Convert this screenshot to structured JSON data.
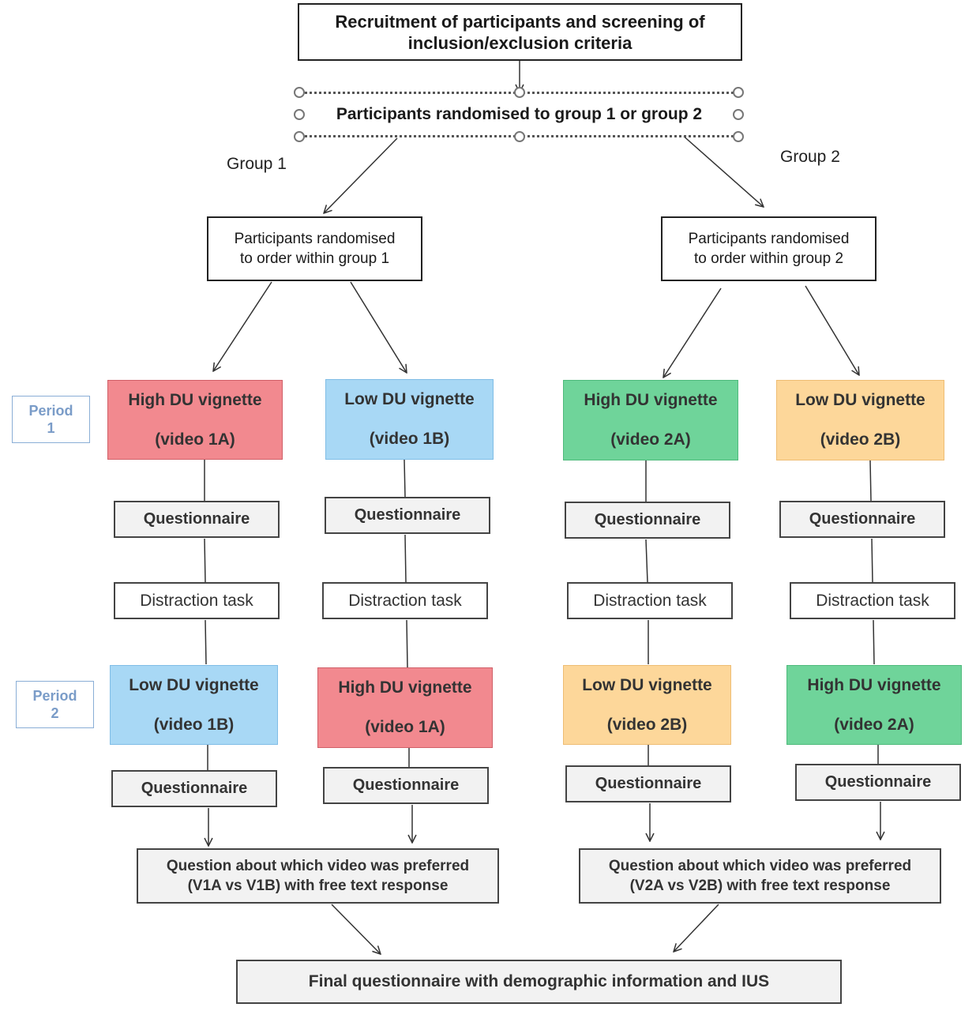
{
  "top_box": {
    "line1": "Recruitment of participants and screening of",
    "line2": "inclusion/exclusion criteria"
  },
  "randomisation": {
    "label": "Participants randomised to group 1 or group 2"
  },
  "groups": [
    {
      "label": "Group 1",
      "sub_line1": "Participants randomised",
      "sub_line2": "to order within group 1"
    },
    {
      "label": "Group 2",
      "sub_line1": "Participants randomised",
      "sub_line2": "to order within group 2"
    }
  ],
  "periods": [
    {
      "line1": "Period",
      "line2": "1"
    },
    {
      "line1": "Period",
      "line2": "2"
    }
  ],
  "period1_vignettes": [
    {
      "title": "High DU vignette",
      "video": "(video 1A)",
      "color": "#f2898f"
    },
    {
      "title": "Low DU vignette",
      "video": "(video 1B)",
      "color": "#a8d8f5"
    },
    {
      "title": "High DU vignette",
      "video": "(video 2A)",
      "color": "#6fd49a"
    },
    {
      "title": "Low DU vignette",
      "video": "(video 2B)",
      "color": "#fdd79a"
    }
  ],
  "period2_vignettes": [
    {
      "title": "Low DU vignette",
      "video": "(video 1B)",
      "color": "#a8d8f5"
    },
    {
      "title": "High DU vignette",
      "video": "(video 1A)",
      "color": "#f2898f"
    },
    {
      "title": "Low DU vignette",
      "video": "(video 2B)",
      "color": "#fdd79a"
    },
    {
      "title": "High DU vignette",
      "video": "(video 2A)",
      "color": "#6fd49a"
    }
  ],
  "questionnaire_label": "Questionnaire",
  "distraction_label": "Distraction task",
  "preference": [
    {
      "line1": "Question about which video was preferred",
      "line2": "(V1A vs V1B) with free text response"
    },
    {
      "line1": "Question about which video was preferred",
      "line2": "(V2A vs V2B) with free text response"
    }
  ],
  "final_box": {
    "label": "Final questionnaire with demographic information and IUS"
  }
}
